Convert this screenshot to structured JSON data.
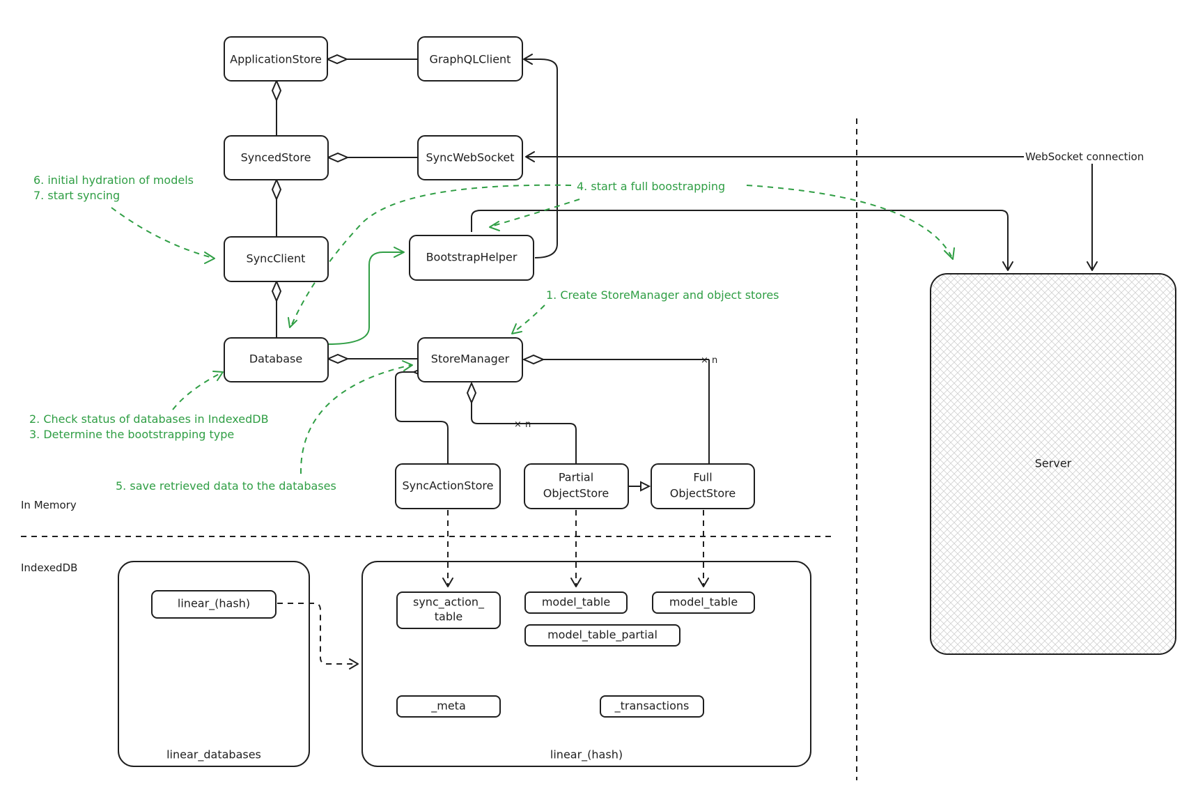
{
  "nodes": {
    "application_store": "ApplicationStore",
    "graphql_client": "GraphQLClient",
    "synced_store": "SyncedStore",
    "sync_web_socket": "SyncWebSocket",
    "sync_client": "SyncClient",
    "bootstrap_helper": "BootstrapHelper",
    "database": "Database",
    "store_manager": "StoreManager",
    "sync_action_store": "SyncActionStore",
    "partial_object_store": [
      "Partial",
      "ObjectStore"
    ],
    "full_object_store": [
      "Full",
      "ObjectStore"
    ],
    "server": "Server"
  },
  "indexeddb": {
    "linear_databases": {
      "label": "linear_databases",
      "item": "linear_(hash)"
    },
    "linear_hash": {
      "label": "linear_(hash)",
      "tables": {
        "sync_action_table": [
          "sync_action_",
          "table"
        ],
        "model_table_1": "model_table",
        "model_table_2": "model_table",
        "model_table_partial": "model_table_partial",
        "meta": "_meta",
        "transactions": "_transactions"
      }
    }
  },
  "regions": {
    "in_memory": "In Memory",
    "indexeddb": "IndexedDB"
  },
  "connections": {
    "websocket": "WebSocket connection",
    "multiplicity": "n"
  },
  "notes": {
    "step_1": "1. Create StoreManager and object stores",
    "step_2": "2. Check status of databases in IndexedDB",
    "step_3": "3. Determine the bootstrapping type",
    "step_4": "4. start a full boostrapping",
    "step_5": "5. save retrieved data to the databases",
    "step_6": "6. initial hydration of models",
    "step_7": "7. start syncing"
  },
  "colors": {
    "ink": "#1e1e1e",
    "note_green": "#2f9e44"
  }
}
